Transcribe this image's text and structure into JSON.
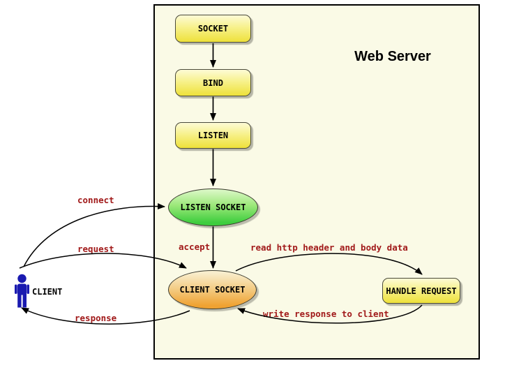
{
  "diagram": {
    "title": "Web Server",
    "client": {
      "label": "CLIENT",
      "icon": "person-icon"
    },
    "nodes": {
      "socket": {
        "label": "SOCKET",
        "shape": "rounded-box",
        "color": "yellow"
      },
      "bind": {
        "label": "BIND",
        "shape": "rounded-box",
        "color": "yellow"
      },
      "listen": {
        "label": "LISTEN",
        "shape": "rounded-box",
        "color": "yellow"
      },
      "listen_socket": {
        "label": "LISTEN SOCKET",
        "shape": "ellipse",
        "color": "green"
      },
      "client_socket": {
        "label": "CLIENT SOCKET",
        "shape": "ellipse",
        "color": "orange"
      },
      "handle_request": {
        "label": "HANDLE REQUEST",
        "shape": "rounded-box",
        "color": "yellow"
      }
    },
    "edges": {
      "socket_to_bind": {
        "label": "",
        "from": "socket",
        "to": "bind"
      },
      "bind_to_listen": {
        "label": "",
        "from": "bind",
        "to": "listen"
      },
      "listen_to_listen_socket": {
        "label": "",
        "from": "listen",
        "to": "listen_socket"
      },
      "connect": {
        "label": "connect",
        "from": "client",
        "to": "listen_socket"
      },
      "request": {
        "label": "request",
        "from": "client",
        "to": "client_socket"
      },
      "response": {
        "label": "response",
        "from": "client_socket",
        "to": "client"
      },
      "accept": {
        "label": "accept",
        "from": "listen_socket",
        "to": "client_socket"
      },
      "read_http": {
        "label": "read http header and body data",
        "from": "client_socket",
        "to": "handle_request"
      },
      "write_response": {
        "label": "write response to client",
        "from": "handle_request",
        "to": "client_socket"
      }
    },
    "colors": {
      "server_background": "#fafae6",
      "server_border": "#000000",
      "box_yellow_top": "#fdfbd6",
      "box_yellow_bottom": "#eee13a",
      "ellipse_green_top": "#d8f7c3",
      "ellipse_green_bottom": "#3ecd3e",
      "ellipse_orange_top": "#f9efcf",
      "ellipse_orange_bottom": "#efa232",
      "edge_label_text": "#a11a1a",
      "arrow": "#000000",
      "client_icon": "#1a1ab0"
    }
  }
}
